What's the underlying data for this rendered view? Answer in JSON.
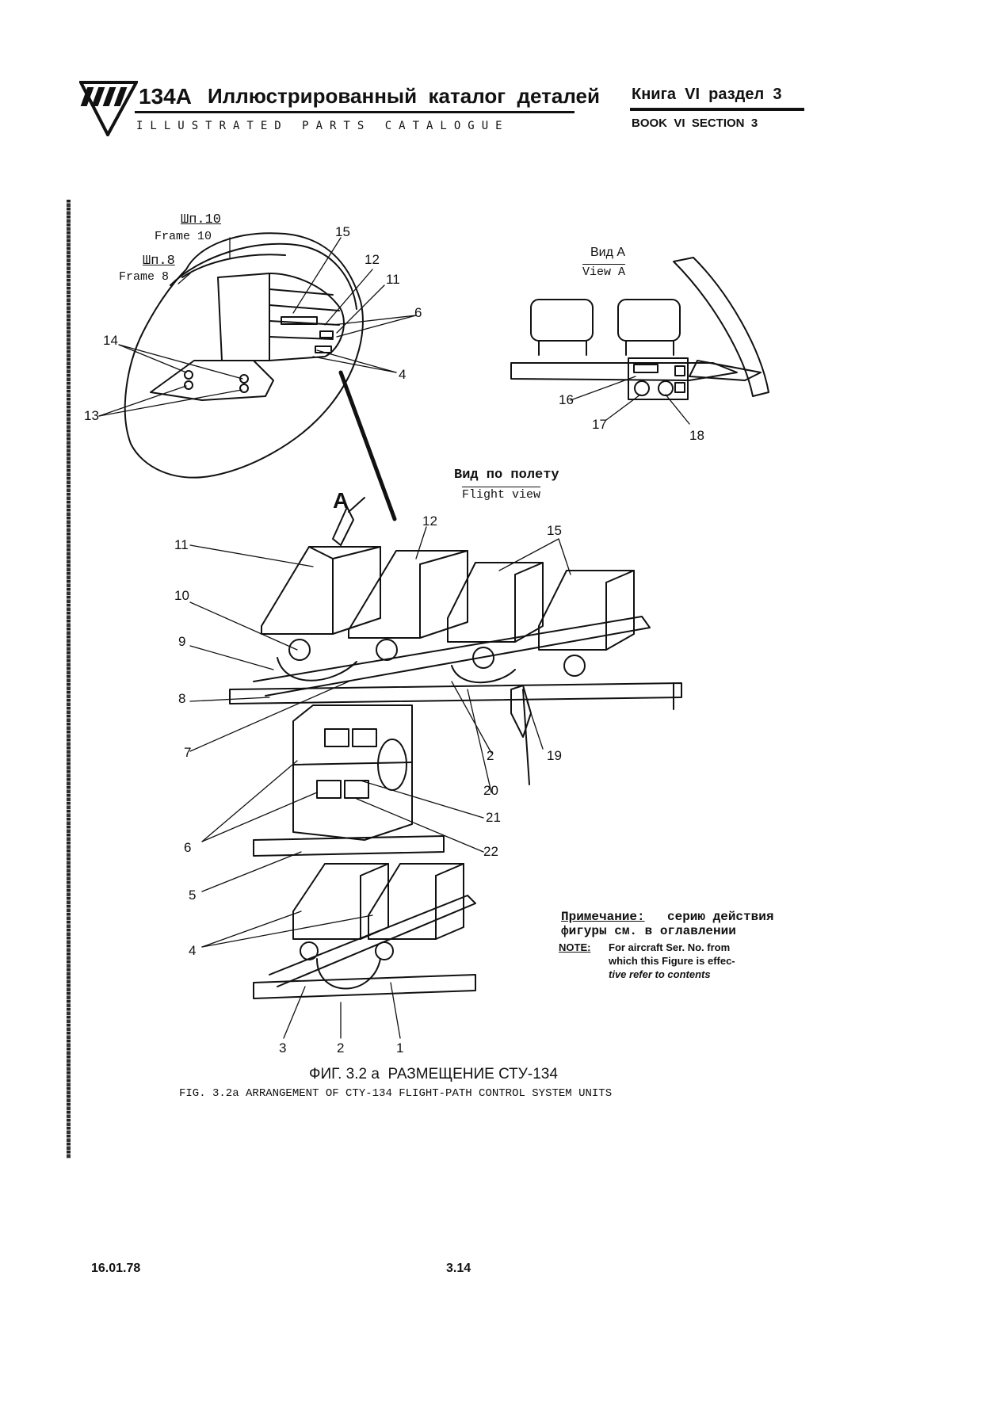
{
  "header": {
    "model": "134А",
    "title_ru": "Иллюстрированный  каталог  деталей",
    "title_en": "ILLUSTRATED PARTS CATALOGUE",
    "book_ru": "Книга  VI  раздел  3",
    "book_en": "BOOK  VI  SECTION  3"
  },
  "diagram": {
    "frame10_ru": "Шп.10",
    "frame10_en": "Frame 10",
    "frame8_ru": "Шп.8",
    "frame8_en": "Frame 8",
    "view_a_ru": "Вид А",
    "view_a_en": "View A",
    "flight_view_ru": "Вид по полету",
    "flight_view_en": "Flight view",
    "arrow_label": "A",
    "callouts": {
      "c15_top": "15",
      "c12_top": "12",
      "c11_top": "11",
      "c6_top": "6",
      "c4_top": "4",
      "c14": "14",
      "c13": "13",
      "c16": "16",
      "c17": "17",
      "c18": "18",
      "c11": "11",
      "c12": "12",
      "c15": "15",
      "c10": "10",
      "c9": "9",
      "c8": "8",
      "c7": "7",
      "c2a": "2",
      "c19": "19",
      "c20": "20",
      "c21": "21",
      "c22": "22",
      "c6": "6",
      "c5": "5",
      "c4": "4",
      "c3": "3",
      "c2b": "2",
      "c1": "1"
    }
  },
  "note": {
    "ru_label": "Примечание:",
    "ru_text": "серию действия",
    "ru_text2": "фигуры см. в оглавлении",
    "en_label": "NOTE:",
    "en_text": "For aircraft Ser. No. from",
    "en_text2": "which this Figure is effec-",
    "en_text3": "tive refer to contents"
  },
  "caption": {
    "ru": "ФИГ. 3.2 а  РАЗМЕЩЕНИЕ СТУ-134",
    "en": "FIG. 3.2a ARRANGEMENT OF CTY-134 FLIGHT-PATH CONTROL SYSTEM UNITS"
  },
  "footer": {
    "date": "16.01.78",
    "page": "3.14"
  }
}
